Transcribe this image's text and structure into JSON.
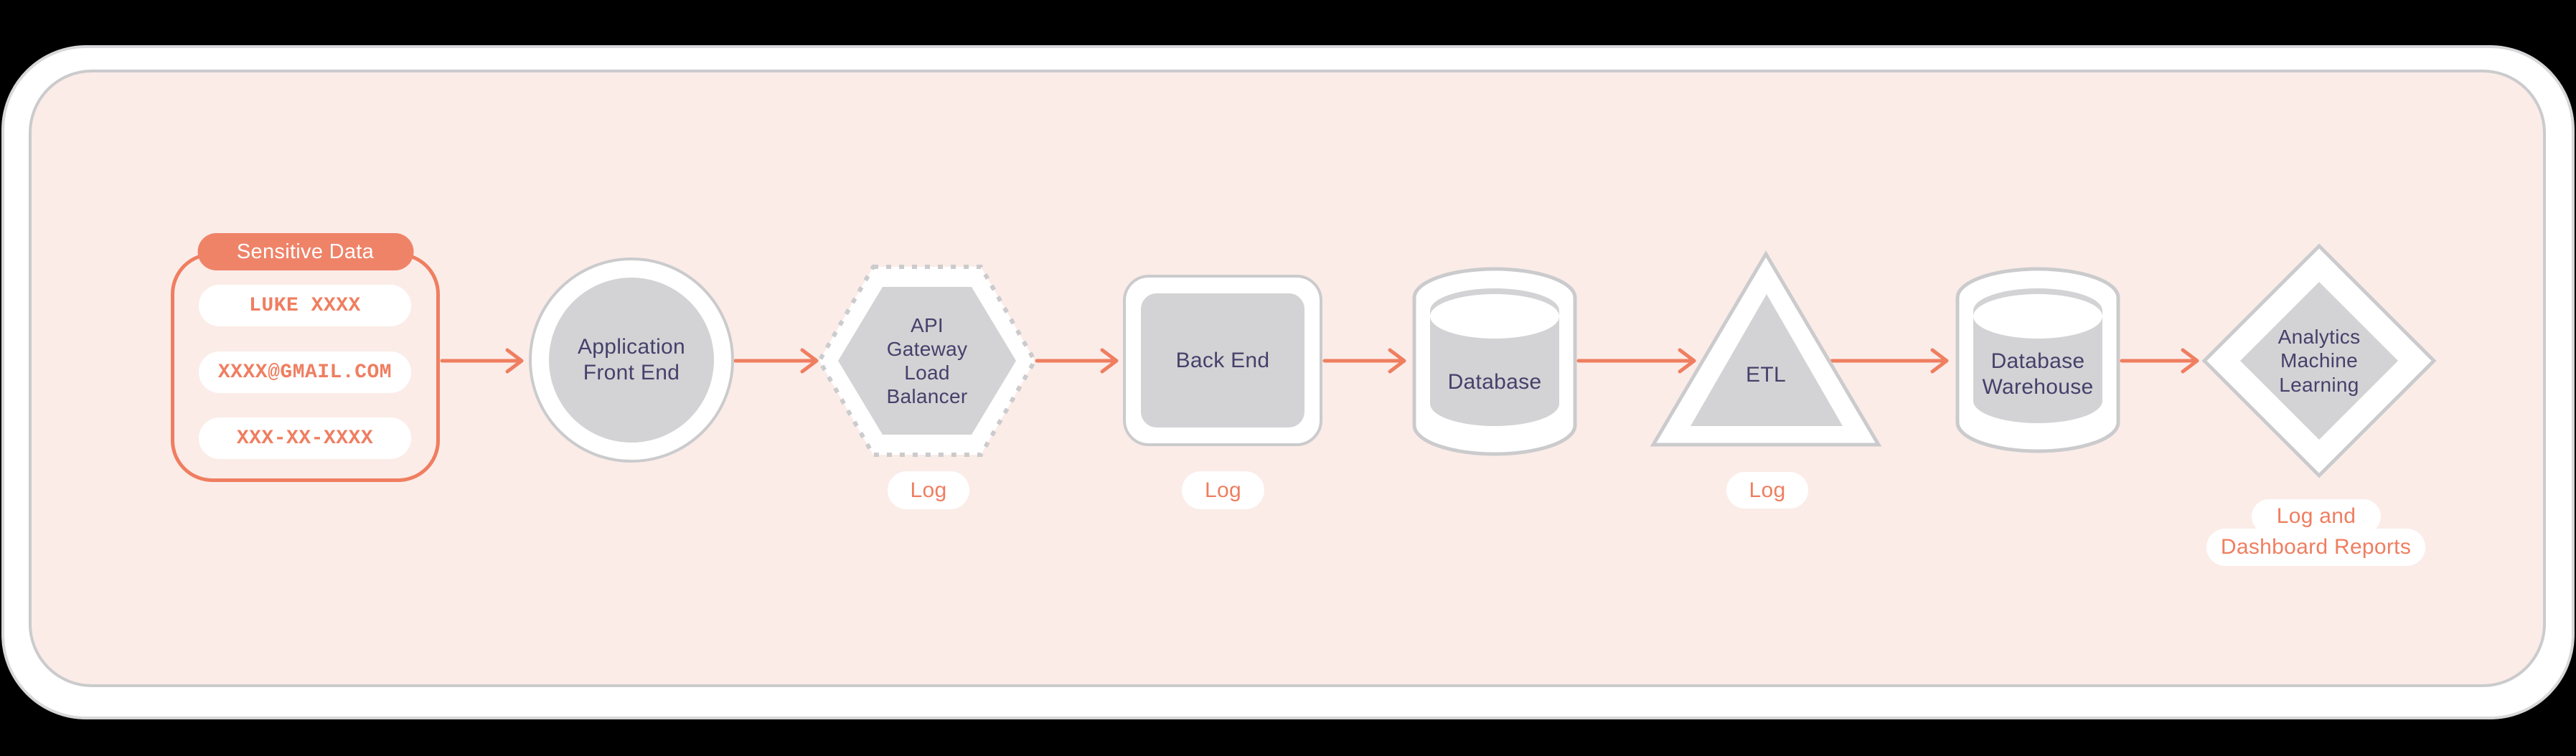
{
  "colors": {
    "accent": "#EF7E60",
    "header_pill": "#EF8368",
    "background_pink": "#FBECE8",
    "panel_white": "#FFFFFF",
    "shape_gray": "#D3D3D5",
    "outline_gray": "#CBCBCD",
    "label_purple": "#46406B",
    "page_black": "#000000"
  },
  "sensitive_box": {
    "title": "Sensitive Data",
    "fields": [
      "LUKE XXXX",
      "XXXX@GMAIL.COM",
      "XXX-XX-XXXX"
    ]
  },
  "nodes": {
    "application_front_end": {
      "lines": [
        "Application",
        "Front End"
      ]
    },
    "api_gateway_load_balancer": {
      "lines": [
        "API",
        "Gateway",
        "Load",
        "Balancer"
      ]
    },
    "back_end": {
      "label": "Back End"
    },
    "database": {
      "label": "Database"
    },
    "etl": {
      "label": "ETL"
    },
    "database_warehouse": {
      "lines": [
        "Database",
        "Warehouse"
      ]
    },
    "analytics_machine_learning": {
      "lines": [
        "Analytics",
        "Machine",
        "Learning"
      ]
    }
  },
  "annotations": {
    "log_api_gateway": "Log",
    "log_back_end": "Log",
    "log_etl": "Log",
    "log_analytics_line1": "Log and",
    "log_analytics_line2": "Dashboard Reports"
  }
}
